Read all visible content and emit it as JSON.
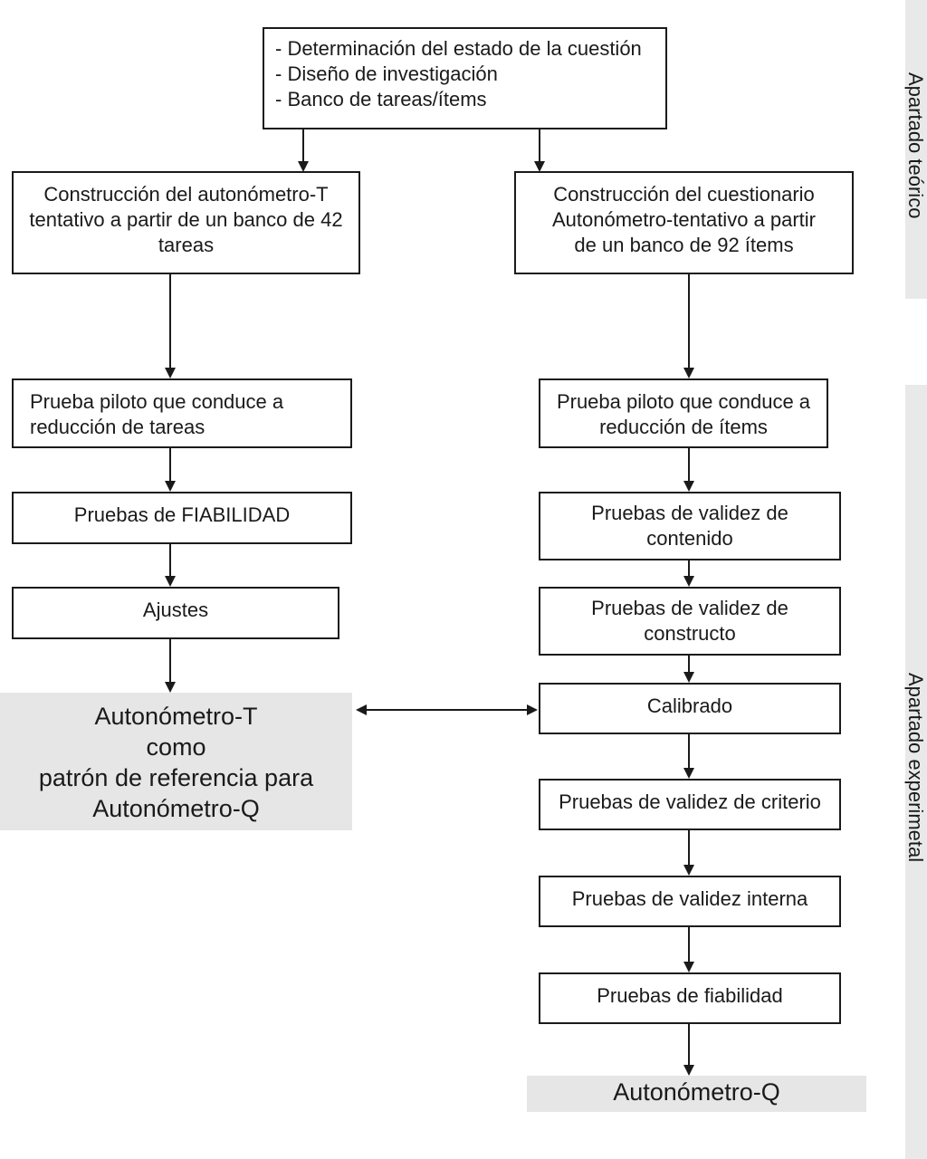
{
  "top": {
    "lines": [
      "- Determinación del estado de la cuestión",
      "- Diseño de investigación",
      "- Banco de tareas/ítems"
    ]
  },
  "left": {
    "construccion": [
      "Construcción del autonómetro-T",
      "tentativo a partir de un banco de 42",
      "tareas"
    ],
    "piloto": [
      "Prueba piloto que conduce a",
      "reducción de tareas"
    ],
    "fiabilidad": "Pruebas de FIABILIDAD",
    "ajustes": "Ajustes",
    "final": [
      "Autonómetro-T",
      "como",
      "patrón de referencia para",
      "Autonómetro-Q"
    ]
  },
  "right": {
    "construccion": [
      "Construcción del cuestionario",
      "Autonómetro-tentativo a partir",
      "de un banco de 92 ítems"
    ],
    "piloto": [
      "Prueba piloto que conduce a",
      "reducción de ítems"
    ],
    "contenido": [
      "Pruebas de validez de",
      "contenido"
    ],
    "constructo": [
      "Pruebas de validez de",
      "constructo"
    ],
    "calibrado": "Calibrado",
    "criterio": "Pruebas de validez de criterio",
    "interna": "Pruebas de validez interna",
    "fiabilidad": "Pruebas de fiabilidad",
    "final": "Autonómetro-Q"
  },
  "side": {
    "teorico": "Apartado teórico",
    "experimental": "Apartado experimetal"
  }
}
